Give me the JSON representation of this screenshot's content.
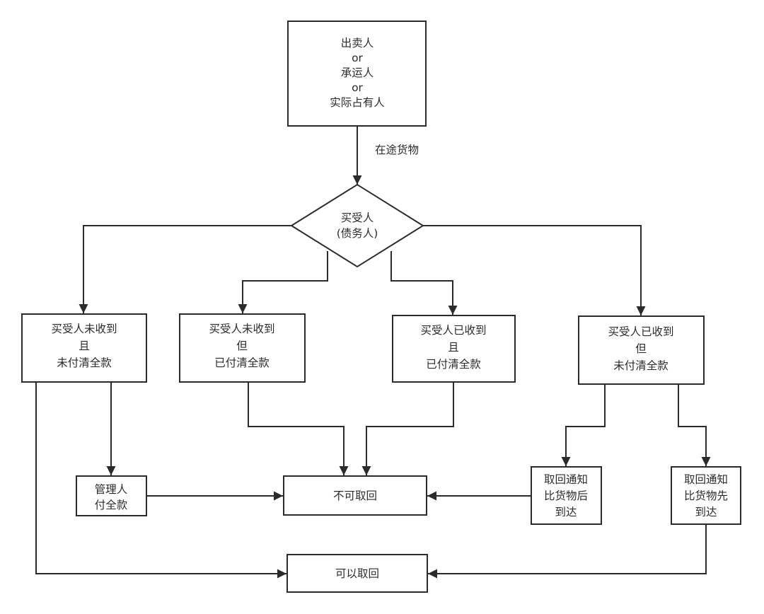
{
  "nodes": {
    "top": {
      "lines": [
        "出卖人",
        "or",
        "承运人",
        "or",
        "实际占有人"
      ]
    },
    "diamond": {
      "lines": [
        "买受人",
        "(债务人)"
      ]
    },
    "b1": {
      "lines": [
        "买受人未收到",
        "且",
        "未付清全款"
      ]
    },
    "b2": {
      "lines": [
        "买受人未收到",
        "但",
        "已付清全款"
      ]
    },
    "b3": {
      "lines": [
        "买受人已收到",
        "且",
        "已付清全款"
      ]
    },
    "b4": {
      "lines": [
        "买受人已收到",
        "但",
        "未付清全款"
      ]
    },
    "admin": {
      "lines": [
        "管理人",
        "付全款"
      ]
    },
    "cannot": {
      "lines": [
        "不可取回"
      ]
    },
    "notice_after": {
      "lines": [
        "取回通知",
        "比货物后",
        "到达"
      ]
    },
    "notice_before": {
      "lines": [
        "取回通知",
        "比货物先",
        "到达"
      ]
    },
    "can": {
      "lines": [
        "可以取回"
      ]
    }
  },
  "edge_labels": {
    "goods_in_transit": "在途货物"
  }
}
